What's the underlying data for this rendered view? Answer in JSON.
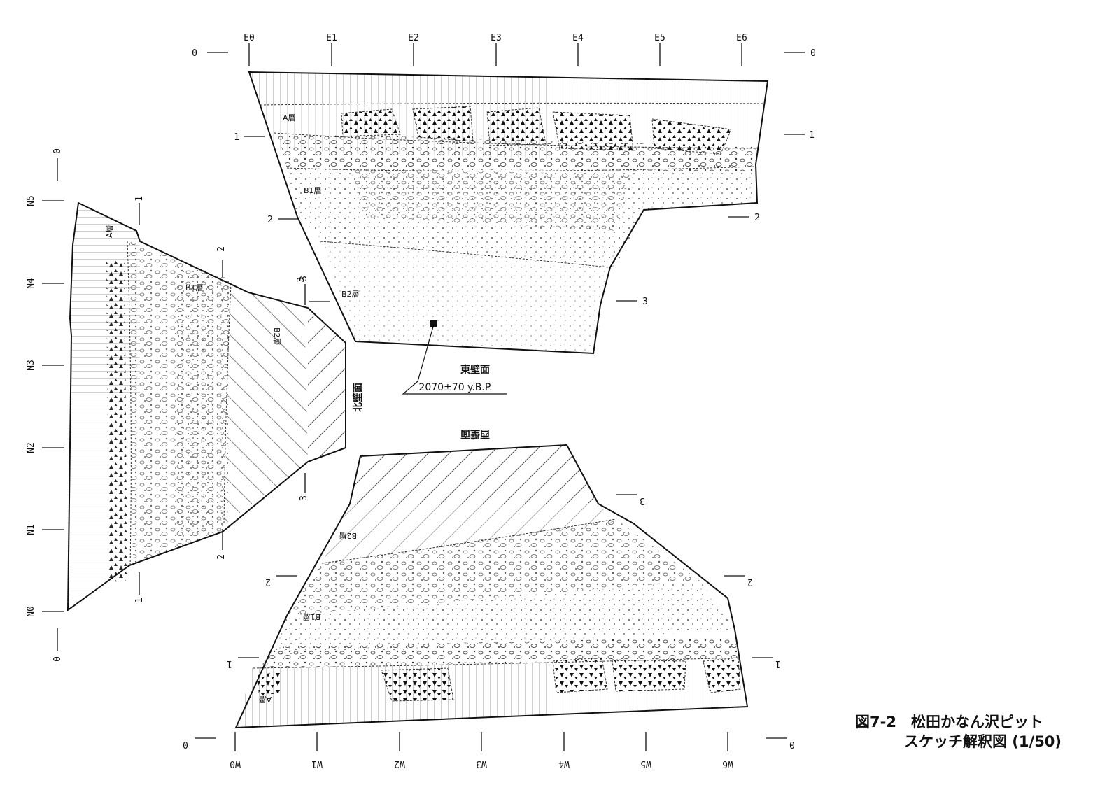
{
  "east_wall": {
    "title": "東壁面",
    "date_label": "2070±70 y.B.P.",
    "x_ticks": [
      "E0",
      "E1",
      "E2",
      "E3",
      "E4",
      "E5",
      "E6"
    ],
    "depth_left": [
      "0",
      "1",
      "2",
      "3"
    ],
    "depth_right": [
      "0",
      "1",
      "2",
      "3"
    ],
    "layers": [
      "A層",
      "B1層",
      "B2層"
    ]
  },
  "north_wall": {
    "title": "北壁面",
    "y_ticks": [
      "N5",
      "N4",
      "N3",
      "N2",
      "N1",
      "N0"
    ],
    "top_zero": "0",
    "bottom_zero": "0",
    "depth_labels": [
      "1",
      "2",
      "3",
      "1",
      "2",
      "3"
    ],
    "layers": [
      "A層",
      "B1層",
      "B2層"
    ]
  },
  "west_wall": {
    "title": "西壁面",
    "x_ticks": [
      "W0",
      "W1",
      "W2",
      "W3",
      "W4",
      "W5",
      "W6"
    ],
    "depth_left": [
      "0",
      "1",
      "2"
    ],
    "depth_right": [
      "0",
      "1",
      "2",
      "3"
    ],
    "layers": [
      "A層",
      "B1層",
      "B2層"
    ]
  },
  "caption": {
    "line1": "図7-2　松田かなん沢ピット",
    "line2": "スケッチ解釈図 (1/50)"
  }
}
